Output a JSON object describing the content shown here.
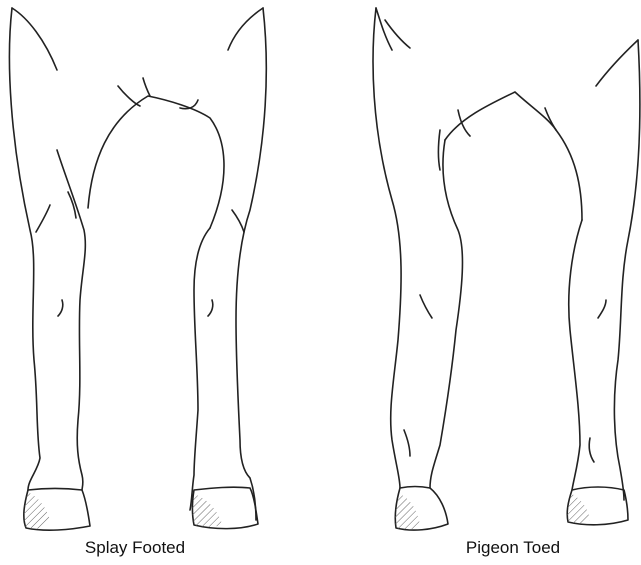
{
  "figures": [
    {
      "id": "splay-footed",
      "caption": "Splay Footed"
    },
    {
      "id": "pigeon-toed",
      "caption": "Pigeon Toed"
    }
  ],
  "colors": {
    "line": "#222222",
    "hatch": "#555555",
    "background": "#ffffff"
  }
}
